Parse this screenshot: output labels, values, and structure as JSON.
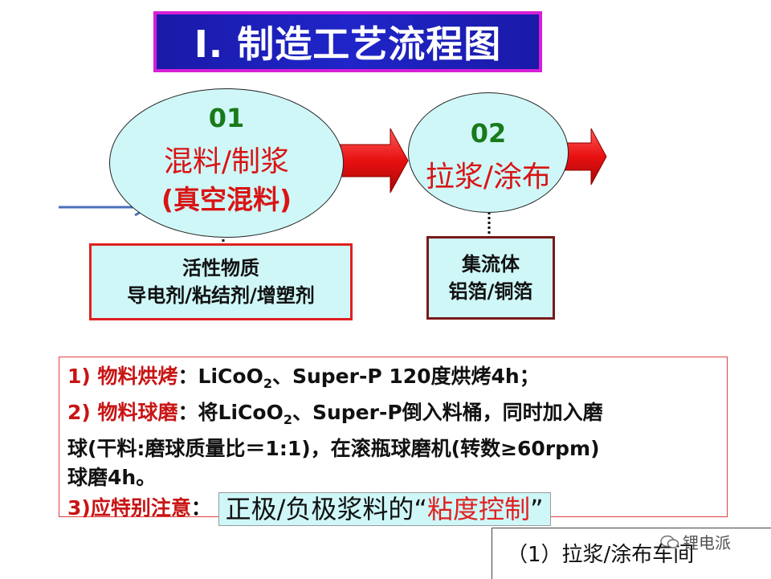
{
  "title": "I. 制造工艺流程图",
  "steps": [
    {
      "number": "01",
      "name": "混料/制浆",
      "sub": "(真空混料)",
      "box_lines": [
        "活性物质",
        "导电剂/粘结剂/增塑剂"
      ]
    },
    {
      "number": "02",
      "name": "拉浆/涂布",
      "box_lines": [
        "集流体",
        "铝箔/铜箔"
      ]
    }
  ],
  "notes": {
    "item1_label": "1) 物料烘烤",
    "item1_colon": "：",
    "item1_a": "LiCoO",
    "item1_sub": "2",
    "item1_b": "、Super-P 120度烘烤4h；",
    "item2_label": "2) 物料球磨",
    "item2_colon": "：",
    "item2_a": "将LiCoO",
    "item2_sub": "2",
    "item2_b": "、Super-P倒入料桶，同时加入磨",
    "item2_line2": "球(干料:磨球质量比＝1:1)，在滚瓶球磨机(转数≥60rpm)",
    "item2_line3": "球磨4h。",
    "item3_label": "3)应特别注意",
    "item3_colon": "：",
    "callout_a": "正极/负极浆料的“",
    "callout_b": "粘度控制",
    "callout_c": "”"
  },
  "footer": "（1）拉浆/涂布车间",
  "watermark": "锂电派",
  "colors": {
    "title_bg": "#1f25c8",
    "title_border": "#d61fd6",
    "ellipse_fill": "#cff7f8",
    "number_green": "#1a7a1a",
    "accent_red": "#d91414",
    "arrow_red": "#e81010",
    "side_arrow_blue": "#4a6fb8"
  }
}
